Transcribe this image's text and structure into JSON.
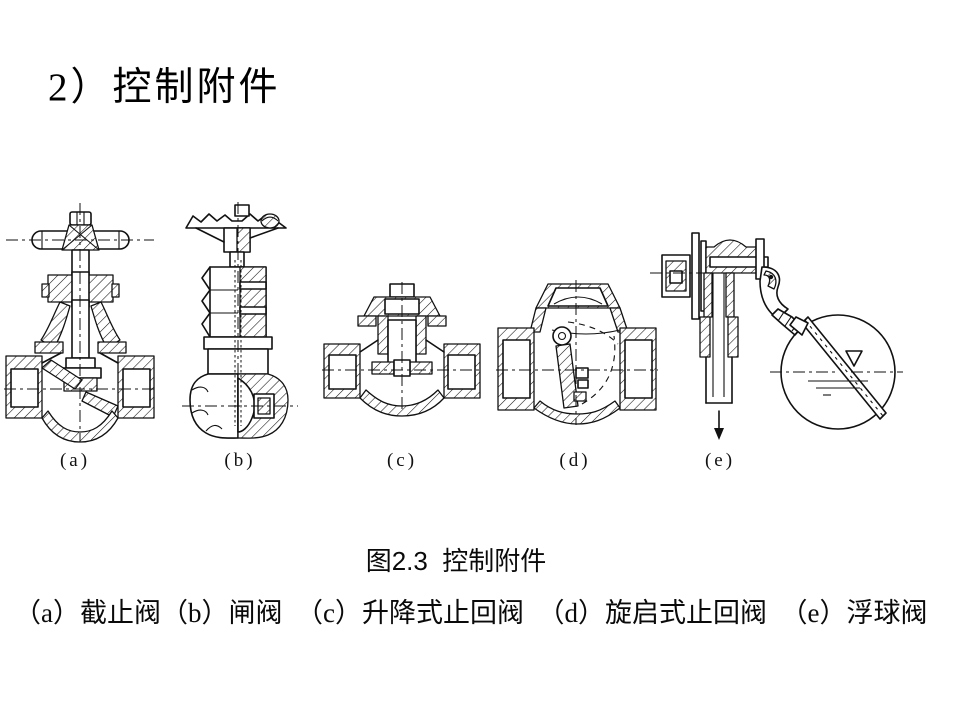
{
  "slide": {
    "title": "2）控制附件",
    "figure_caption": "图2.3  控制附件",
    "legend_line": "（a）截止阀（b）闸阀　（c）升降式止回阀　（d）旋启式止回阀　（e）浮球阀",
    "figures": [
      {
        "label": "(a)",
        "name": "截止阀"
      },
      {
        "label": "(b)",
        "name": "闸阀"
      },
      {
        "label": "(c)",
        "name": "升降式止回阀"
      },
      {
        "label": "(d)",
        "name": "旋启式止回阀"
      },
      {
        "label": "(e)",
        "name": "浮球阀"
      }
    ],
    "colors": {
      "background": "#ffffff",
      "ink": "#111111"
    }
  }
}
